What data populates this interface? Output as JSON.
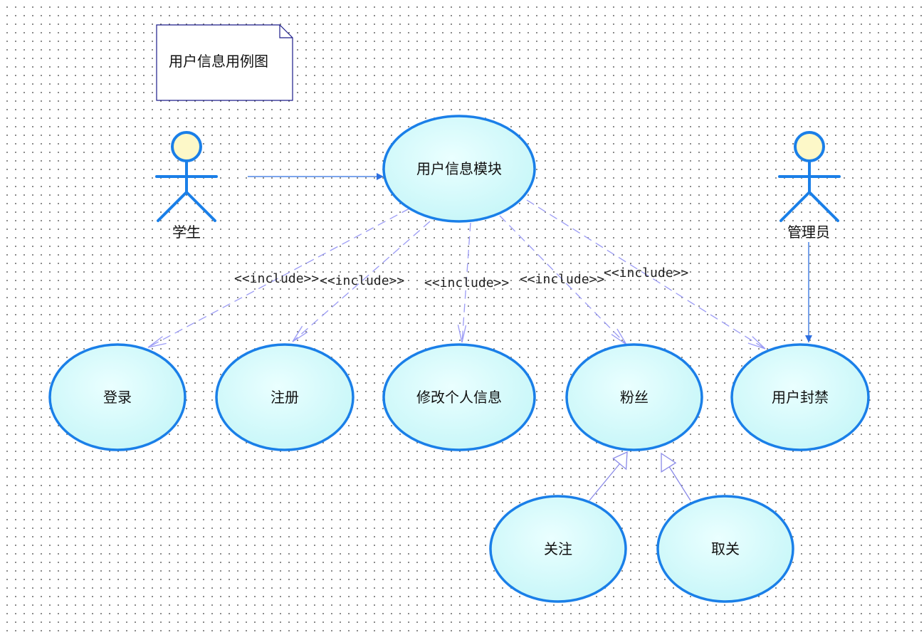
{
  "note": {
    "text": "用户信息用例图"
  },
  "actors": {
    "student": {
      "label": "学生"
    },
    "admin": {
      "label": "管理员"
    }
  },
  "use_cases": {
    "user_info_module": "用户信息模块",
    "login": "登录",
    "register": "注册",
    "edit_profile": "修改个人信息",
    "fans": "粉丝",
    "ban_user": "用户封禁",
    "follow": "关注",
    "unfollow": "取关"
  },
  "relations": {
    "include_label": "<<include>>"
  },
  "colors": {
    "ellipse_stroke": "#1a7fe8",
    "ellipse_fill": "#ccfafa",
    "actor_stroke": "#1a7fe8",
    "actor_head_fill": "#fdf8c8",
    "include_line": "#9b9bf5",
    "association_line": "#2d6fe0",
    "generalization_line": "#8a8ae8",
    "note_border": "#1c1c8a"
  }
}
